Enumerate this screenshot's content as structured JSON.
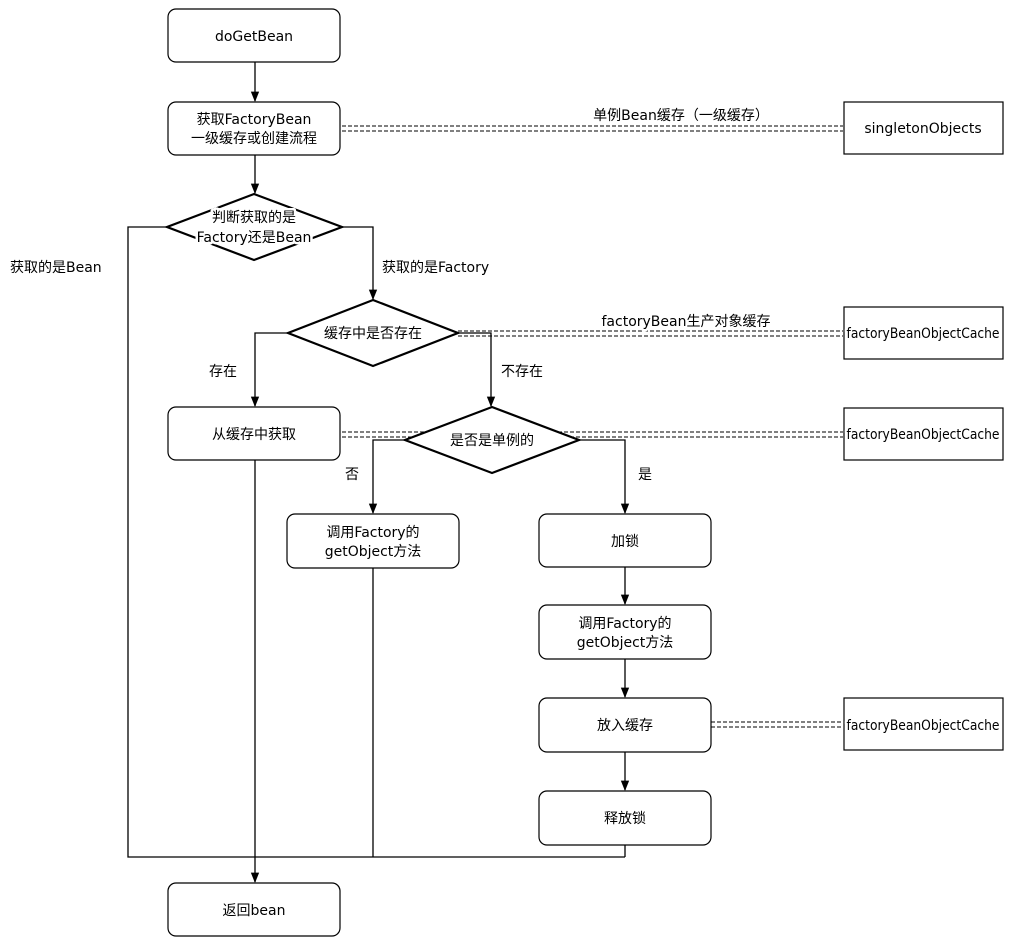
{
  "nodes": {
    "start": "doGetBean",
    "get_factory_bean": [
      "获取FactoryBean",
      "一级缓存或创建流程"
    ],
    "check_type": [
      "判断获取的是",
      "Factory还是Bean"
    ],
    "check_cache": "缓存中是否存在",
    "from_cache": "从缓存中获取",
    "check_singleton": "是否是单例的",
    "call_get_object_left": [
      "调用Factory的",
      "getObject方法"
    ],
    "lock": "加锁",
    "call_get_object_right": [
      "调用Factory的",
      "getObject方法"
    ],
    "put_cache": "放入缓存",
    "unlock": "释放锁",
    "return_bean": "返回bean"
  },
  "side_boxes": {
    "singleton_objects": "singletonObjects",
    "cache_1": "factoryBeanObjectCache",
    "cache_2": "factoryBeanObjectCache",
    "cache_3": "factoryBeanObjectCache"
  },
  "edge_labels": {
    "is_bean": "获取的是Bean",
    "is_factory": "获取的是Factory",
    "exists": "存在",
    "not_exists": "不存在",
    "no": "否",
    "yes": "是",
    "singleton_cache": "单例Bean缓存（一级缓存）",
    "factory_object_cache": "factoryBean生产对象缓存"
  }
}
